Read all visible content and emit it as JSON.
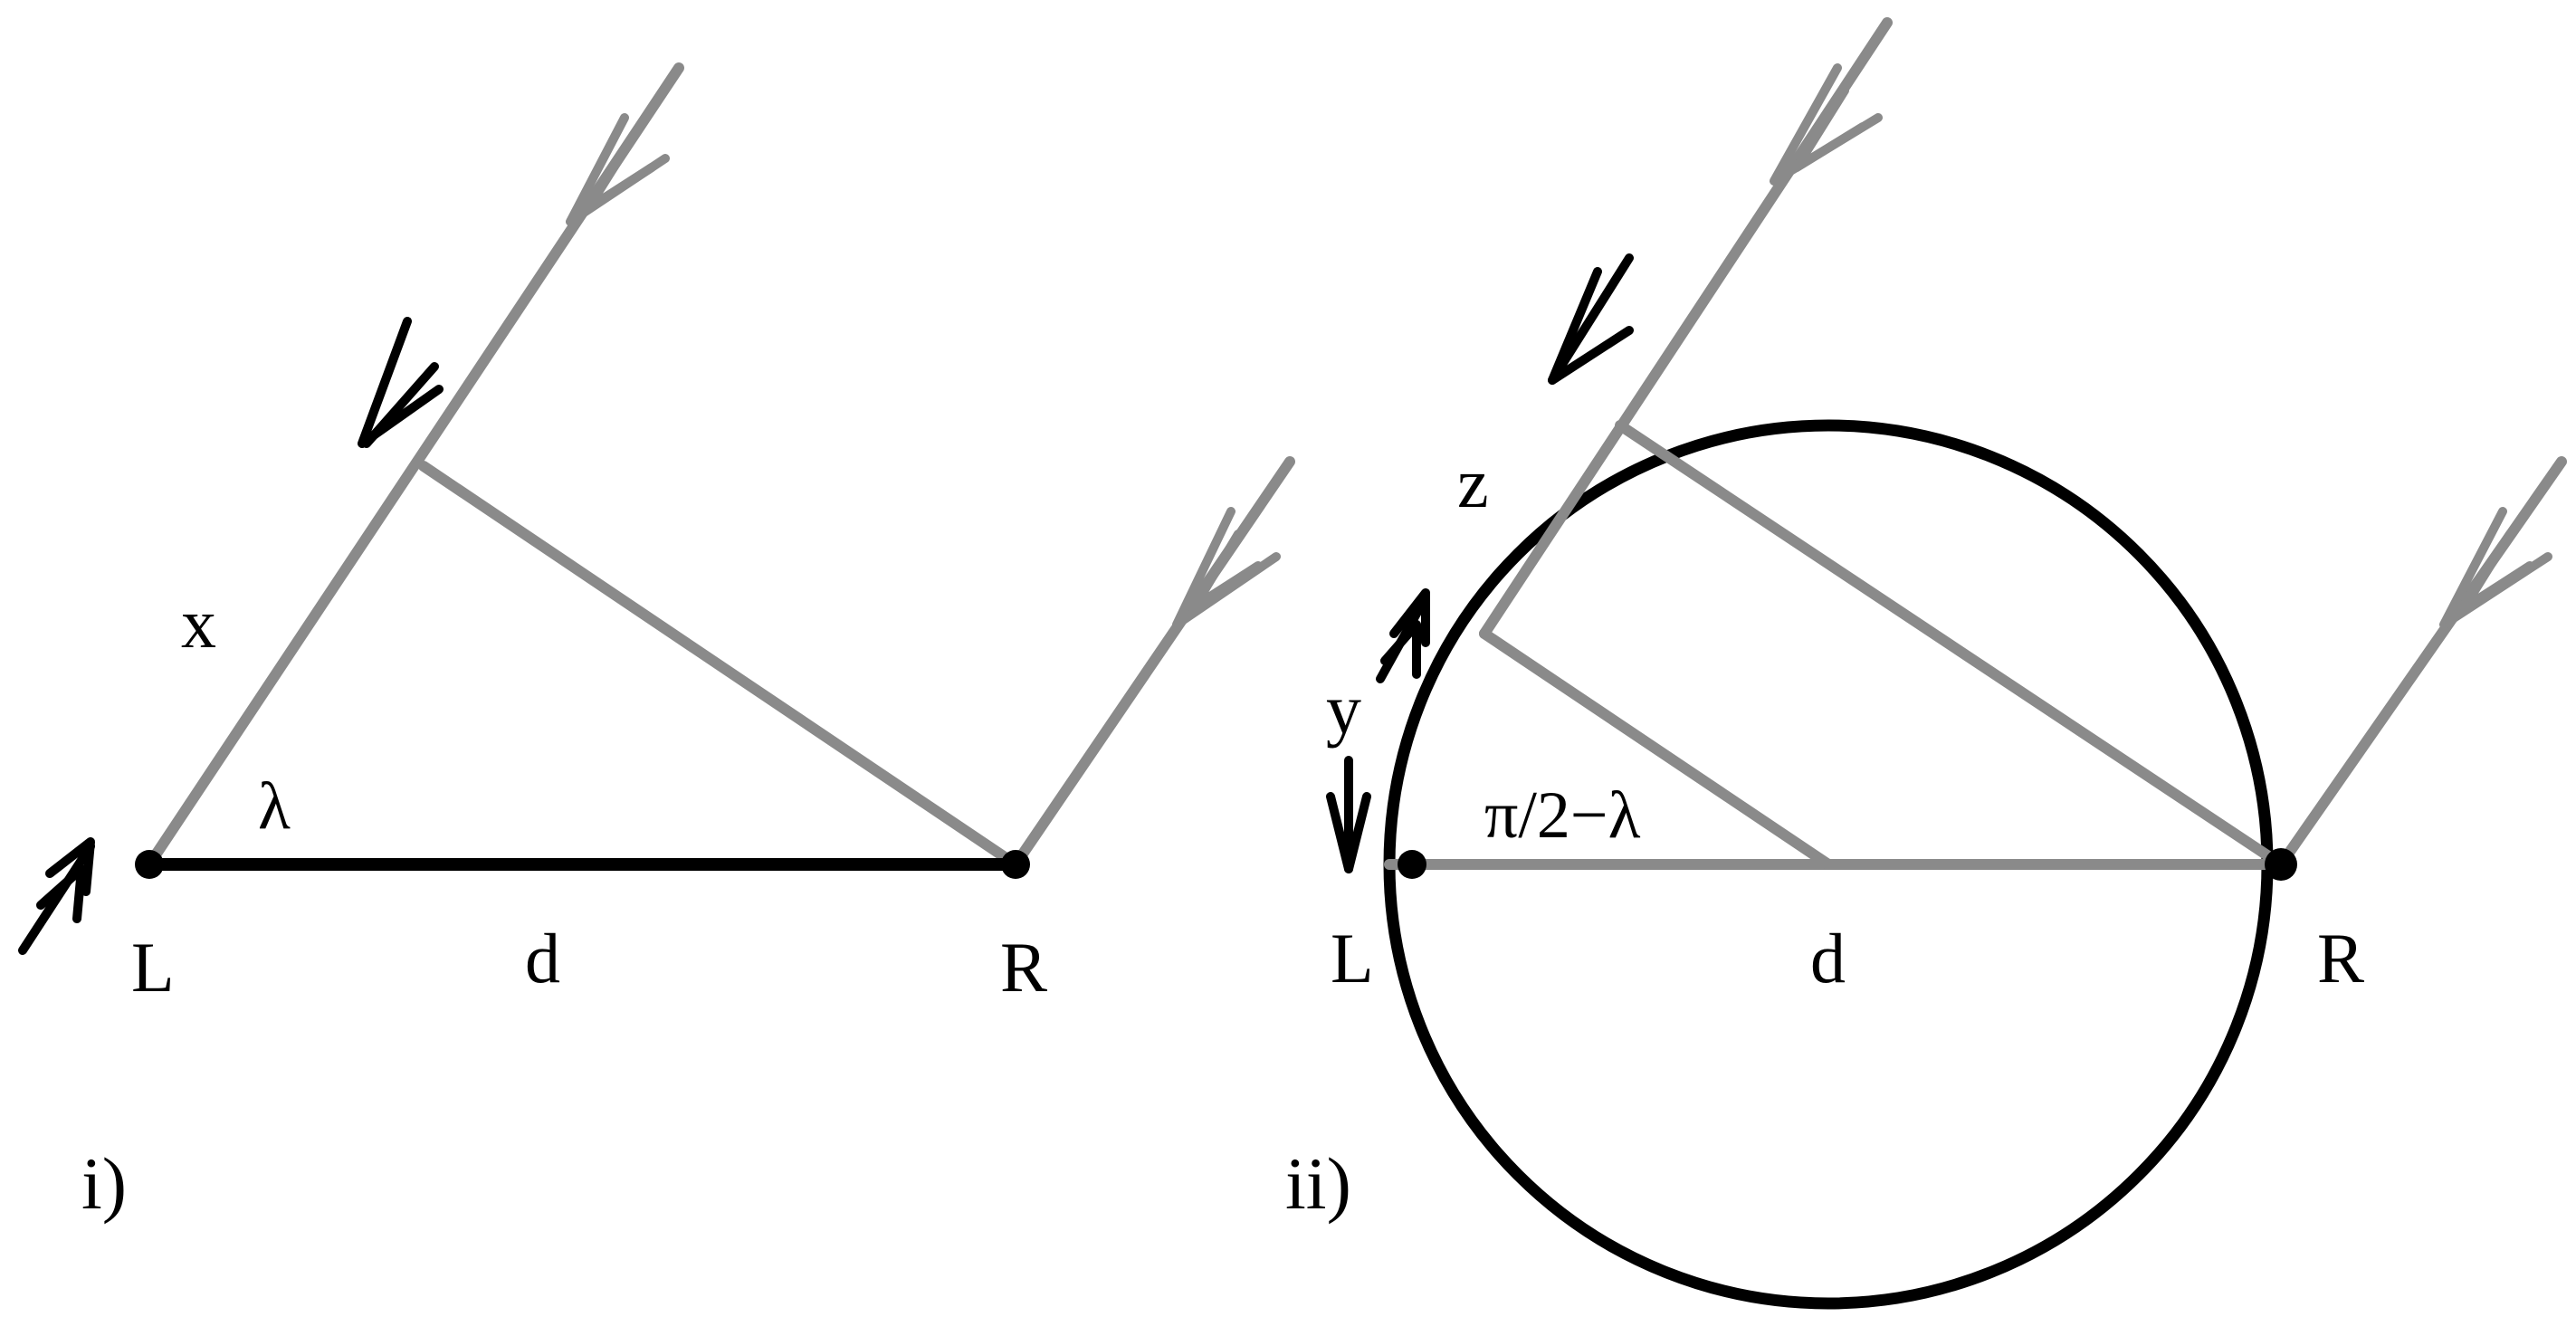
{
  "colors": {
    "gray": "#8a8a8a",
    "black": "#000000",
    "background": "#ffffff"
  },
  "panel_i": {
    "label": "i)",
    "labels": {
      "L": "L",
      "R": "R",
      "d": "d",
      "x": "x",
      "lambda": "λ"
    }
  },
  "panel_ii": {
    "label": "ii)",
    "labels": {
      "L": "L",
      "R": "R",
      "d": "d",
      "y": "y",
      "z": "z",
      "angle": "π/2−λ"
    }
  }
}
